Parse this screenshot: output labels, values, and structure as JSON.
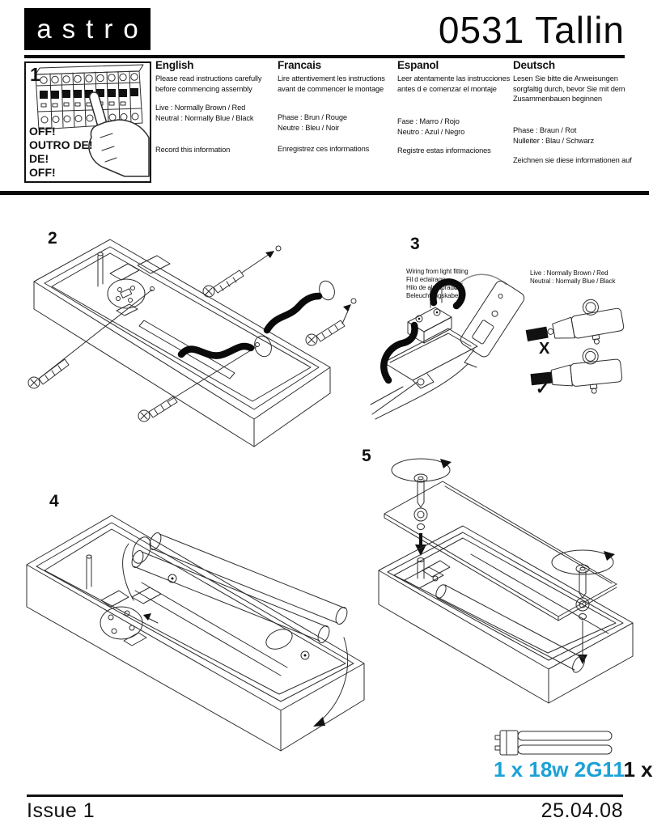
{
  "header": {
    "logo_text": "astro",
    "title": "0531 Tallin"
  },
  "step1": {
    "number": "1",
    "warnings": [
      "OFF!",
      "OUTRO DE!",
      "DE!",
      "OFF!"
    ]
  },
  "languages": [
    {
      "heading": "English",
      "intro": "Please read instructions carefully before commencing assembly",
      "live": "Live : Normally Brown / Red",
      "neutral": "Neutral : Normally Blue / Black",
      "record": "Record this information"
    },
    {
      "heading": "Francais",
      "intro": "Lire attentivement les instructions avant de commencer le montage",
      "live": "Phase : Brun / Rouge",
      "neutral": "Neutre : Bleu / Noir",
      "record": "Enregistrez ces informations"
    },
    {
      "heading": "Espanol",
      "intro": "Leer atentamente las instrucciones antes d e comenzar el montaje",
      "live": "Fase : Marro / Rojo",
      "neutral": "Neutro : Azul / Negro",
      "record": "Registre estas informaciones"
    },
    {
      "heading": "Deutsch",
      "intro": "Lesen Sie bitte die Anweisungen sorgfaltig durch, bevor Sie mit dem Zusammenbauen beginnen",
      "live": "Phase : Braun / Rot",
      "neutral": "Nulleiter : Blau / Schwarz",
      "record": "Zeichnen sie diese informationen auf"
    }
  ],
  "steps": {
    "two": "2",
    "three": "3",
    "four": "4",
    "five": "5"
  },
  "step3": {
    "wiring_labels": [
      "Wiring from light fitting",
      "Fil d eclairage",
      "Hilo de alumbrado",
      "Beleuchtungskabel"
    ],
    "live": "Live : Normally Brown / Red",
    "neutral": "Neutral : Normally Blue / Black",
    "wrong_mark": "X",
    "correct_mark": "✓"
  },
  "lamp": {
    "spec": "1 x 18w 2G11",
    "overflow": "1 x",
    "accent_color": "#1ba1d6"
  },
  "footer": {
    "issue": "Issue 1",
    "date": "25.04.08"
  }
}
